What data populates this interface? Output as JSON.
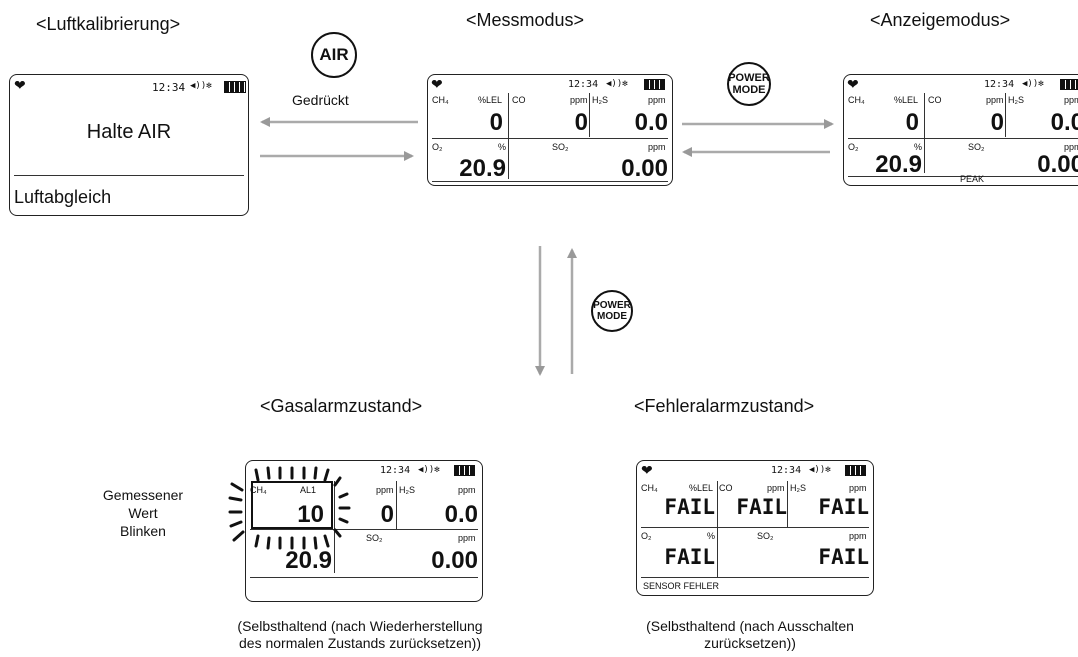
{
  "titles": {
    "air_cal": "<Luftkalibrierung>",
    "measure": "<Messmodus>",
    "display": "<Anzeigemodus>",
    "gas_alarm": "<Gasalarmzustand>",
    "fault_alarm": "<Fehleralarmzustand>"
  },
  "buttons": {
    "air": "AIR",
    "power_mode_line1": "POWER",
    "power_mode_line2": "MODE"
  },
  "labels": {
    "pressed": "Gedrückt",
    "measured_value_blink_1": "Gemessener",
    "measured_value_blink_2": "Wert",
    "measured_value_blink_3": "Blinken"
  },
  "captions": {
    "gas_alarm_1": "(Selbsthaltend (nach Wiederherstellung",
    "gas_alarm_2": "des normalen Zustands zurücksetzen))",
    "fault_alarm_1": "(Selbsthaltend (nach Ausschalten",
    "fault_alarm_2": "zurücksetzen))"
  },
  "status": {
    "time": "12:34",
    "heart": "❤",
    "sound_bt": "◀))✻"
  },
  "air_screen": {
    "main": "Halte AIR",
    "footer": "Luftabgleich"
  },
  "gas": {
    "ch4": "CH₄",
    "ch4_unit": "%LEL",
    "co": "CO",
    "co_unit": "ppm",
    "h2s": "H₂S",
    "h2s_unit": "ppm",
    "o2": "O₂",
    "o2_unit": "%",
    "so2": "SO₂",
    "so2_unit": "ppm",
    "al1": "AL1"
  },
  "measure_values": {
    "ch4": "0",
    "co": "0",
    "h2s": "0.0",
    "o2": "20.9",
    "so2": "0.00"
  },
  "display_screen": {
    "footer": "PEAK"
  },
  "alarm_values": {
    "ch4": "10",
    "co": "0",
    "h2s": "0.0",
    "o2": "20.9",
    "so2": "0.00"
  },
  "fault_values": {
    "ch4": "FAIL",
    "co": "FAIL",
    "h2s": "FAIL",
    "o2": "FAIL",
    "so2": "FAIL",
    "footer": "SENSOR FEHLER"
  }
}
